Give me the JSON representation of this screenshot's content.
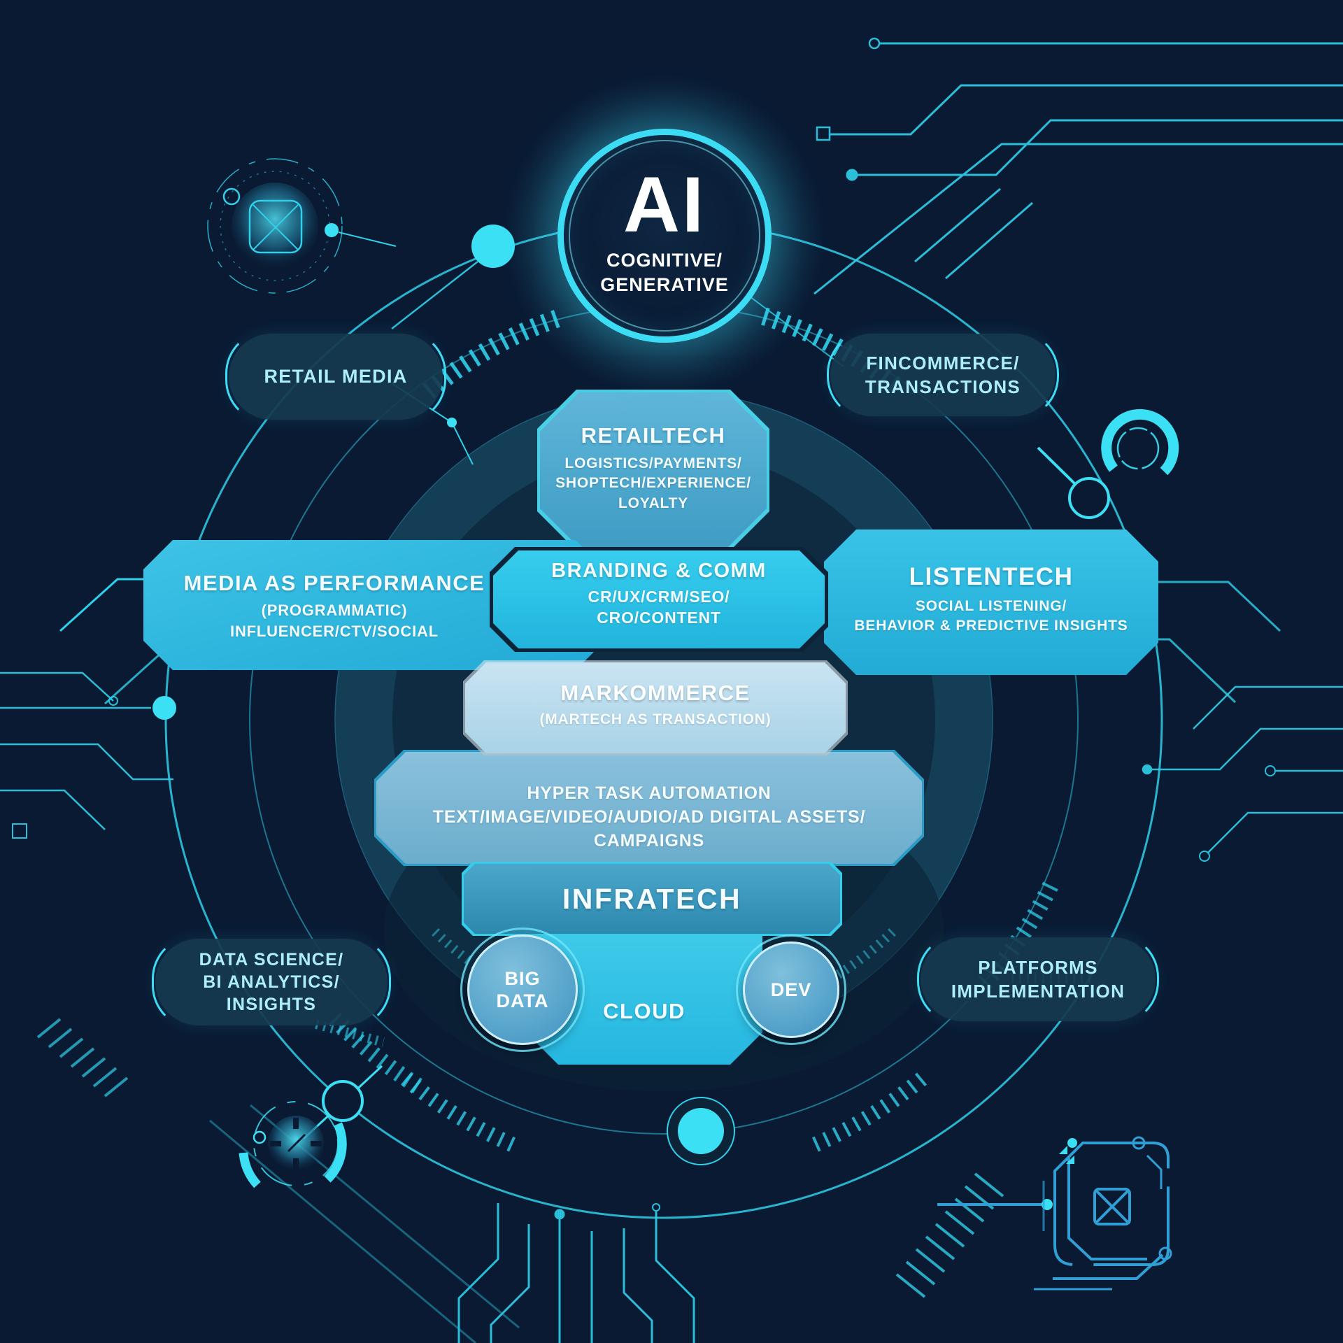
{
  "badge": {
    "title": "AI",
    "line1": "COGNITIVE/",
    "line2": "GENERATIVE"
  },
  "pills": {
    "retail_media": {
      "line1": "RETAIL MEDIA"
    },
    "fincommerce": {
      "line1": "FINCOMMERCE/",
      "line2": "TRANSACTIONS"
    },
    "data_science": {
      "line1": "DATA SCIENCE/",
      "line2": "BI ANALYTICS/",
      "line3": "INSIGHTS"
    },
    "platforms": {
      "line1": "PLATFORMS",
      "line2": "IMPLEMENTATION"
    }
  },
  "panels": {
    "retailtech": {
      "title": "RETAILTECH",
      "line1": "LOGISTICS/PAYMENTS/",
      "line2": "SHOPTECH/EXPERIENCE/",
      "line3": "LOYALTY"
    },
    "media_performance": {
      "title": "MEDIA AS PERFORMANCE",
      "line1": "(PROGRAMMATIC)",
      "line2": "INFLUENCER/CTV/SOCIAL"
    },
    "branding": {
      "title": "BRANDING & COMM",
      "line1": "CR/UX/CRM/SEO/",
      "line2": "CRO/CONTENT"
    },
    "listentech": {
      "title": "LISTENTECH",
      "line1": "SOCIAL LISTENING/",
      "line2": "BEHAVIOR & PREDICTIVE INSIGHTS"
    },
    "markommerce": {
      "title": "MARKOMMERCE",
      "line1": "(MARTECH AS TRANSACTION)"
    },
    "hyper_automation": {
      "line1": "HYPER TASK AUTOMATION",
      "line2": "TEXT/IMAGE/VIDEO/AUDIO/AD DIGITAL ASSETS/",
      "line3": "CAMPAIGNS"
    },
    "infratech": {
      "title": "INFRATECH",
      "cloud": "CLOUD",
      "big_data_line1": "BIG",
      "big_data_line2": "DATA",
      "dev": "DEV"
    }
  },
  "colors": {
    "background": "#0a1a33",
    "accent_cyan": "#3ddcf5",
    "line_cyan": "#2fd0ea",
    "panel_bright": "#2fbde4",
    "panel_retailtech": "#4ca8cd",
    "panel_pale": "#bcdded",
    "panel_medium": "#7fbbd7",
    "panel_infra": "#3b9cc1",
    "pill_fill": "#16394f",
    "pill_text": "#aeeefb"
  }
}
